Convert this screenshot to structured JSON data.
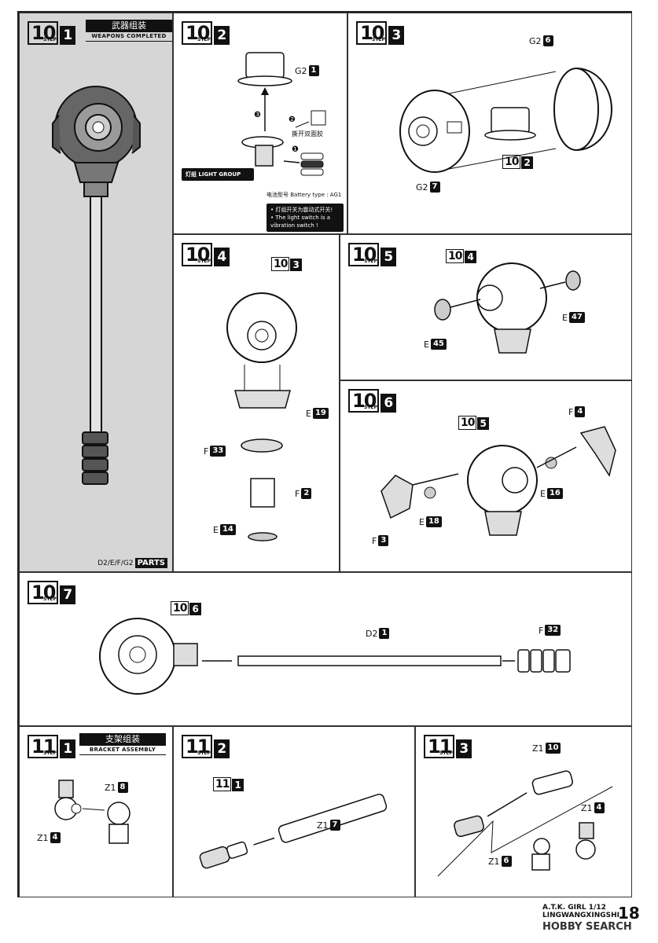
{
  "steps": {
    "s10_1": {
      "num": "10",
      "sub": "1",
      "step": "STEP",
      "title_cn": "武器组装",
      "title_en": "WEAPONS COMPLETED",
      "parts_prefix": "D2/E/F/G2",
      "parts_badge": "PARTS"
    },
    "s10_2": {
      "num": "10",
      "sub": "2",
      "step": "STEP",
      "g2": "G2",
      "g2n": "1",
      "tape": "撕开双面胶",
      "light_group": "灯组 LIGHT GROUP",
      "battery": "电池型号 Battery type : AG1",
      "warn": "• 灯组开关为震动式开关!\n• The light switch is a vibration switch !",
      "m1": "❶",
      "m2": "❷",
      "m3": "❸"
    },
    "s10_3": {
      "num": "10",
      "sub": "3",
      "step": "STEP",
      "g2a": "G2",
      "g2an": "6",
      "g2b": "G2",
      "g2bn": "7",
      "ref_num": "10",
      "ref_sub": "2"
    },
    "s10_4": {
      "num": "10",
      "sub": "4",
      "step": "STEP",
      "ref_num": "10",
      "ref_sub": "3",
      "e": "E",
      "en": "19",
      "f1": "F",
      "f1n": "33",
      "f2": "F",
      "f2n": "2",
      "e2": "E",
      "e2n": "14"
    },
    "s10_5": {
      "num": "10",
      "sub": "5",
      "step": "STEP",
      "ref_num": "10",
      "ref_sub": "4",
      "e1": "E",
      "e1n": "47",
      "e2": "E",
      "e2n": "45"
    },
    "s10_6": {
      "num": "10",
      "sub": "6",
      "step": "STEP",
      "ref_num": "10",
      "ref_sub": "5",
      "f4": "F",
      "f4n": "4",
      "e16": "E",
      "e16n": "16",
      "e18": "E",
      "e18n": "18",
      "f3": "F",
      "f3n": "3"
    },
    "s10_7": {
      "num": "10",
      "sub": "7",
      "step": "STEP",
      "ref_num": "10",
      "ref_sub": "6",
      "d2": "D2",
      "d2n": "1",
      "f32": "F",
      "f32n": "32"
    },
    "s11_1": {
      "num": "11",
      "sub": "1",
      "step": "STEP",
      "title_cn": "支架组装",
      "title_en": "BRACKET ASSEMBLY",
      "z8": "Z1",
      "z8n": "8",
      "z4": "Z1",
      "z4n": "4"
    },
    "s11_2": {
      "num": "11",
      "sub": "2",
      "step": "STEP",
      "ref_num": "11",
      "ref_sub": "1",
      "z7": "Z1",
      "z7n": "7"
    },
    "s11_3": {
      "num": "11",
      "sub": "3",
      "step": "STEP",
      "z10": "Z1",
      "z10n": "10",
      "z4": "Z1",
      "z4n": "4",
      "z6": "Z1",
      "z6n": "6"
    }
  },
  "footer": {
    "line1": "A.T.K. GIRL 1/12",
    "line2": "LINGWANGXINGSHI",
    "page": "18",
    "watermark": "HOBBY SEARCH"
  }
}
